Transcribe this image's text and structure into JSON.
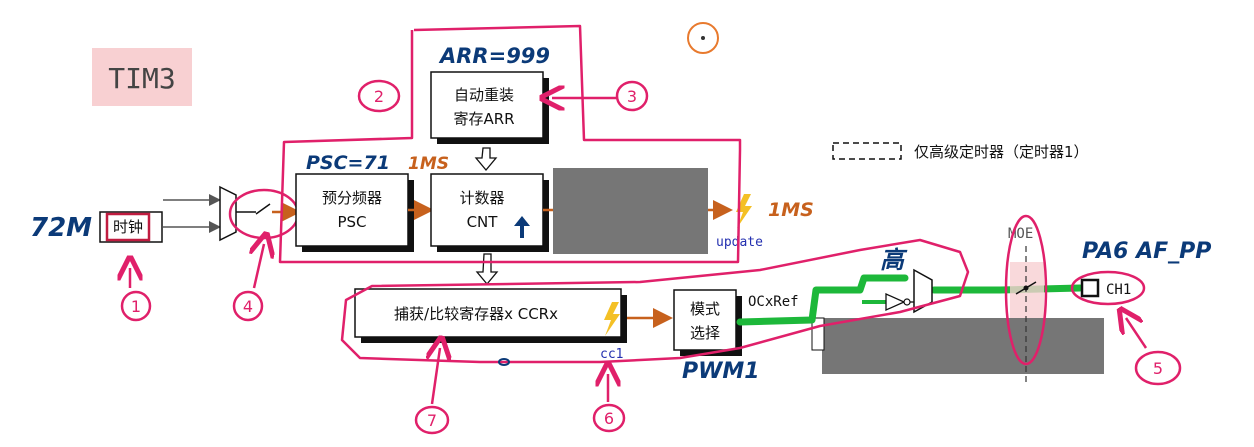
{
  "title": "TIM3",
  "clock": {
    "input_freq": "72M",
    "label": "时钟"
  },
  "arr": {
    "annotation": "ARR=999",
    "line1": "自动重装",
    "line2": "寄存ARR"
  },
  "psc": {
    "annotation": "PSC=71",
    "annotation_time": "1MS",
    "line1": "预分频器",
    "line2": "PSC"
  },
  "cnt": {
    "line1": "计数器",
    "line2": "CNT"
  },
  "update": {
    "label": "update",
    "period": "1MS"
  },
  "legend": {
    "text": "仅高级定时器（定时器1）"
  },
  "ccr": {
    "label": "捕获/比较寄存器x CCRx",
    "cc_label": "cc1"
  },
  "mode": {
    "line1": "模式",
    "line2": "选择",
    "mode_annotation": "PWM1"
  },
  "output": {
    "ocref": "OCxRef",
    "high": "高",
    "moe": "MOE",
    "channel": "CH1",
    "pin": "PA6 AF_PP"
  },
  "steps": [
    "1",
    "2",
    "3",
    "4",
    "5",
    "6",
    "7"
  ],
  "colors": {
    "pink": "#e0206a",
    "blue": "#0b3a78",
    "orange": "#c7611d",
    "green": "#1db83a",
    "gray": "#767676",
    "title_bg": "#f8d0d2"
  }
}
